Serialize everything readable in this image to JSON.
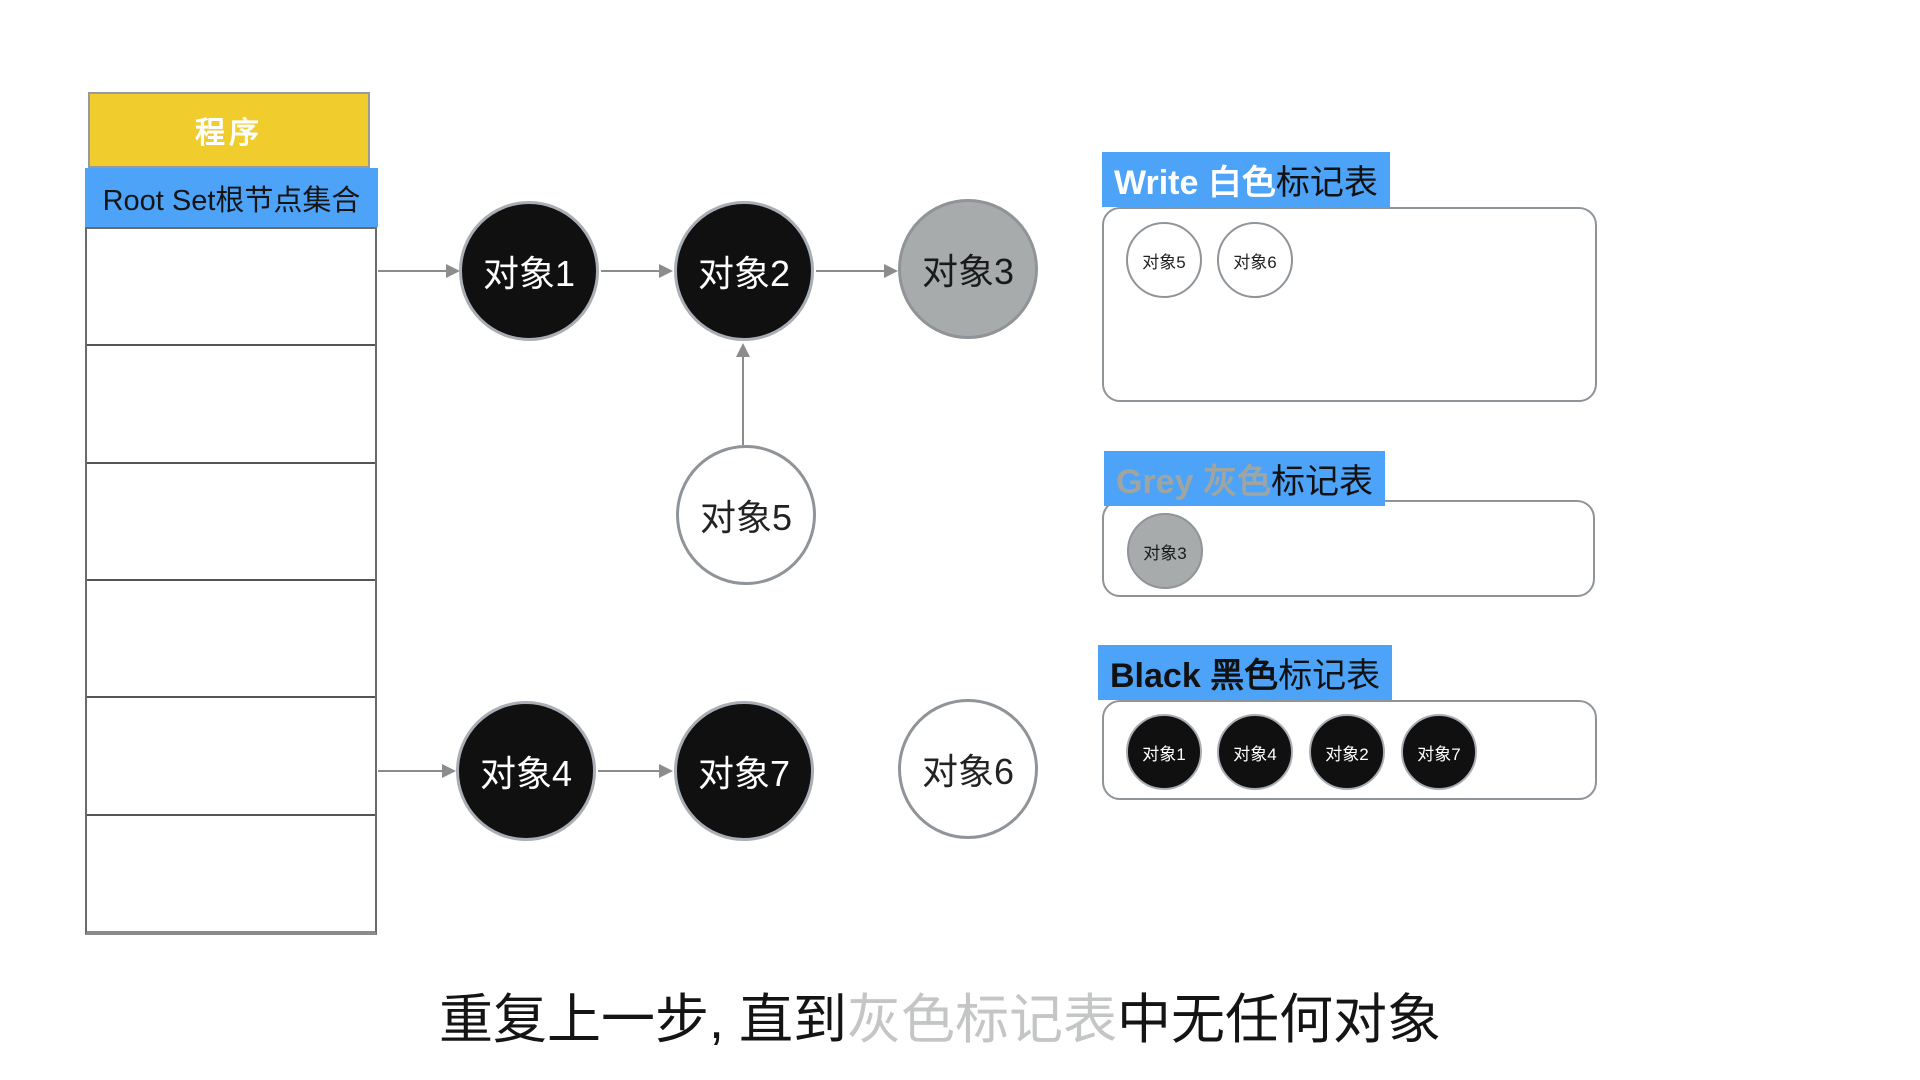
{
  "colors": {
    "label_blue": "#4da3f7",
    "header_yellow": "#f0cd2d",
    "black_node_fill": "#101010",
    "gray_node_fill": "#a7abab",
    "white_node_fill": "#ffffff",
    "node_border": "#8f9499",
    "arrow_gray": "#8c8c8c",
    "grey_title_text": "#a0a5a2",
    "white_title_text": "#ffffff",
    "black_title_text": "#111111",
    "caption_highlight_gray": "#c4c6c5"
  },
  "program_stack": {
    "header": "程序",
    "root_set_label": "Root Set根节点集合",
    "empty_rows": 6
  },
  "graph": {
    "nodes": [
      {
        "label": "对象1",
        "color": "black"
      },
      {
        "label": "对象2",
        "color": "black"
      },
      {
        "label": "对象3",
        "color": "gray"
      },
      {
        "label": "对象5",
        "color": "white"
      },
      {
        "label": "对象4",
        "color": "black"
      },
      {
        "label": "对象7",
        "color": "black"
      },
      {
        "label": "对象6",
        "color": "white"
      }
    ],
    "edges": [
      {
        "from": "Root Set",
        "to": "对象1"
      },
      {
        "from": "对象1",
        "to": "对象2"
      },
      {
        "from": "对象2",
        "to": "对象3"
      },
      {
        "from": "对象5",
        "to": "对象2"
      },
      {
        "from": "Root Set",
        "to": "对象4"
      },
      {
        "from": "对象4",
        "to": "对象7"
      }
    ]
  },
  "mark_tables": [
    {
      "name": "white",
      "title_colored": "Write 白色",
      "title_rest": "标记表",
      "title_color": "#ffffff",
      "items": [
        "对象5",
        "对象6"
      ]
    },
    {
      "name": "grey",
      "title_colored": "Grey 灰色",
      "title_rest": "标记表",
      "title_color": "#a0a5a2",
      "items": [
        "对象3"
      ]
    },
    {
      "name": "black",
      "title_colored": "Black 黑色",
      "title_rest": "标记表",
      "title_color": "#111111",
      "items": [
        "对象1",
        "对象4",
        "对象2",
        "对象7"
      ]
    }
  ],
  "caption": {
    "prefix": "重复上一步, 直到",
    "highlight": "灰色标记表",
    "suffix": "中无任何对象"
  }
}
